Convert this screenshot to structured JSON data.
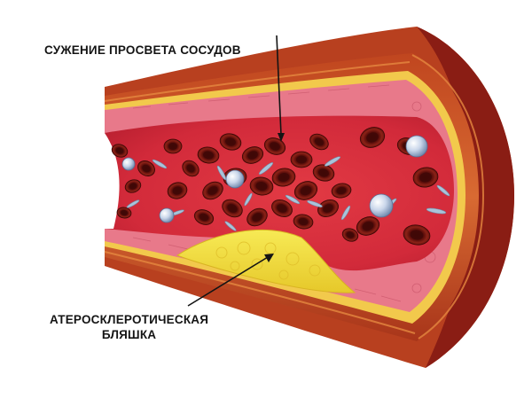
{
  "labels": {
    "narrowing": "СУЖЕНИЕ ПРОСВЕТА СОСУДОВ",
    "plaque_line1": "АТЕРОСКЛЕРОТИЧЕСКАЯ",
    "plaque_line2": "БЛЯШКА"
  },
  "colors": {
    "adventitia": "#b8401f",
    "wall_dark": "#8a1d14",
    "media": "#d35a2a",
    "intima_band": "#f2c94c",
    "endothelium": "#e8798a",
    "lumen": "#d8283c",
    "red_cell": "#7a1812",
    "plaque": "#f3e03a",
    "white_cell": "#c9d6ea",
    "platelet": "#9fb9cf"
  },
  "icons": [
    "red-blood-cell-icon",
    "white-blood-cell-icon",
    "platelet-icon",
    "pointer-arrow-icon"
  ]
}
